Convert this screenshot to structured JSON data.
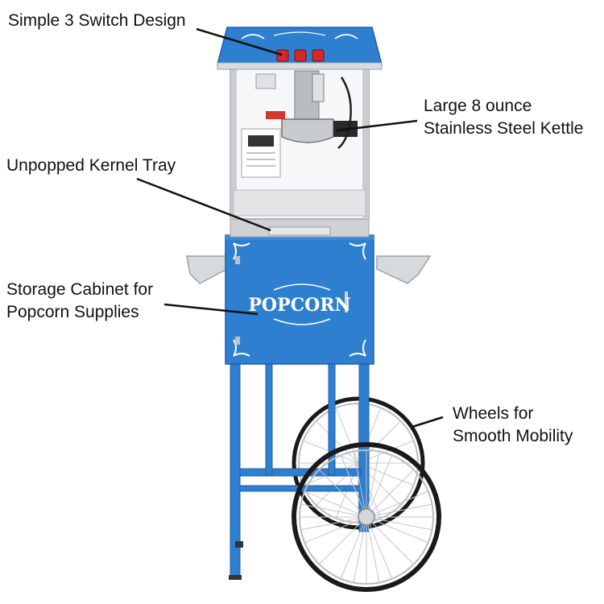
{
  "colors": {
    "cart_blue": "#2f7fd0",
    "cart_blue_dark": "#1f5fa8",
    "steel": "#c9ccd0",
    "switch_red": "#d8262a",
    "text": "#111111"
  },
  "callouts": {
    "switch_design": "Simple 3 Switch Design",
    "kettle_line1": "Large 8 ounce",
    "kettle_line2": "Stainless Steel Kettle",
    "kernel_tray": "Unpopped Kernel Tray",
    "cabinet_line1": "Storage Cabinet for",
    "cabinet_line2": "Popcorn Supplies",
    "wheels_line1": "Wheels for",
    "wheels_line2": "Smooth Mobility"
  },
  "product": {
    "cabinet_sign": "POPCORN"
  }
}
